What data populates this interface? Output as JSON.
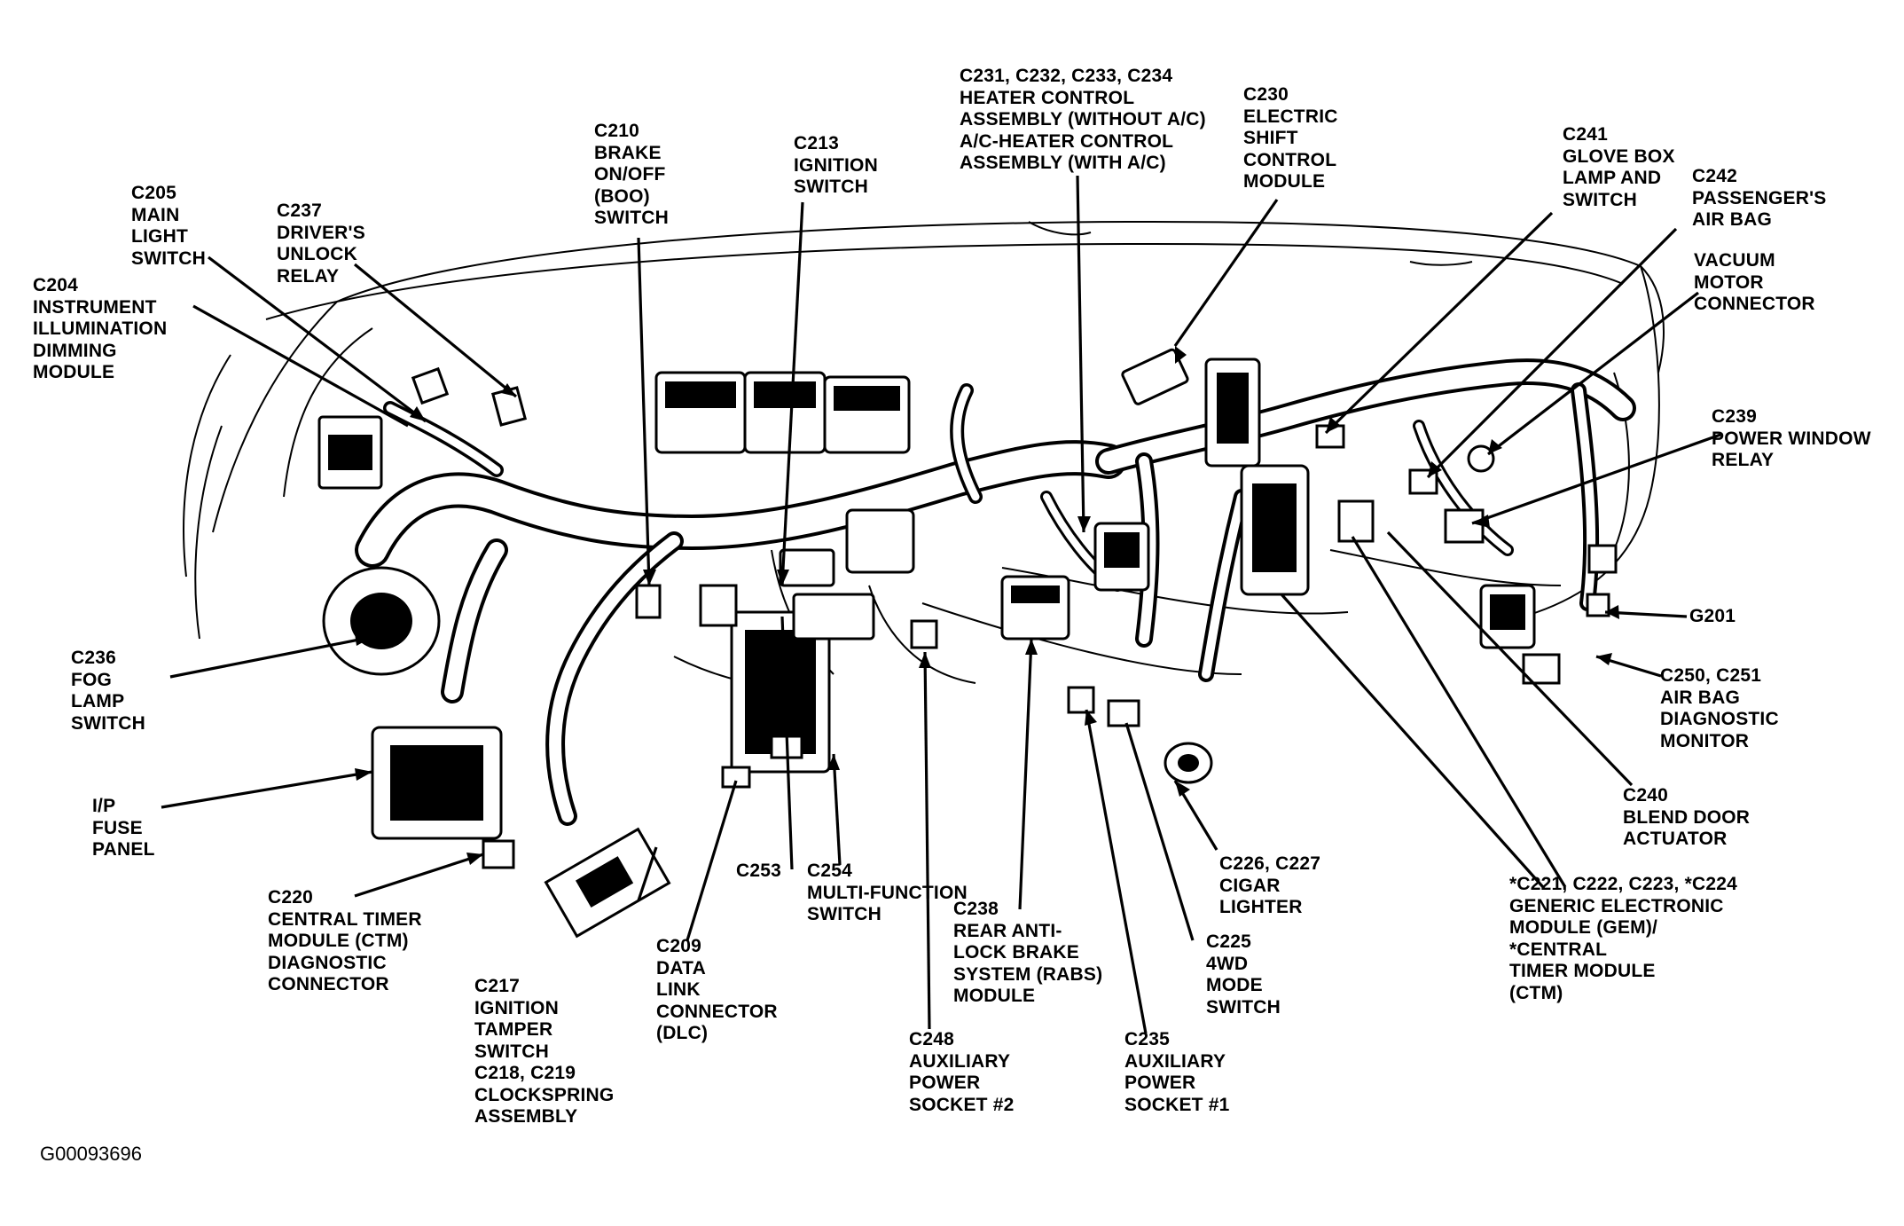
{
  "figure_id": "G00093696",
  "labels": {
    "c205": "C205\nMAIN\nLIGHT\nSWITCH",
    "c237": "C237\nDRIVER'S\nUNLOCK\nRELAY",
    "c210": "C210\nBRAKE\nON/OFF\n(BOO)\nSWITCH",
    "c213": "C213\nIGNITION\nSWITCH",
    "c231": "C231, C232, C233, C234\nHEATER CONTROL\nASSEMBLY (WITHOUT A/C)\nA/C-HEATER CONTROL\nASSEMBLY (WITH A/C)",
    "c230": "C230\nELECTRIC\nSHIFT\nCONTROL\nMODULE",
    "c241": "C241\nGLOVE BOX\nLAMP AND\nSWITCH",
    "c242": "C242\nPASSENGER'S\nAIR BAG",
    "vacuum": "VACUUM\nMOTOR\nCONNECTOR",
    "c204": "C204\nINSTRUMENT\nILLUMINATION\nDIMMING\nMODULE",
    "c239": "C239\nPOWER WINDOW\nRELAY",
    "g201": "G201",
    "c250": "C250, C251\nAIR BAG\nDIAGNOSTIC\nMONITOR",
    "c236": "C236\nFOG\nLAMP\nSWITCH",
    "ip_fuse": "I/P\nFUSE\nPANEL",
    "c240": "C240\nBLEND DOOR\nACTUATOR",
    "c220": "C220\nCENTRAL TIMER\nMODULE (CTM)\nDIAGNOSTIC\nCONNECTOR",
    "c253": "C253",
    "c254": "C254\nMULTI-FUNCTION\nSWITCH",
    "c238": "C238\nREAR ANTI-\nLOCK BRAKE\nSYSTEM (RABS)\nMODULE",
    "c226": "C226, C227\nCIGAR\nLIGHTER",
    "c221": "*C221, C222, C223, *C224\nGENERIC ELECTRONIC\nMODULE (GEM)/\n*CENTRAL\nTIMER MODULE\n(CTM)",
    "c209": "C209\nDATA\nLINK\nCONNECTOR\n(DLC)",
    "c225": "C225\n4WD\nMODE\nSWITCH",
    "c217": "C217\nIGNITION\nTAMPER\nSWITCH\nC218, C219\nCLOCKSPRING\nASSEMBLY",
    "c248": "C248\nAUXILIARY\nPOWER\nSOCKET #2",
    "c235": "C235\nAUXILIARY\nPOWER\nSOCKET #1"
  },
  "colors": {
    "ink": "#000000",
    "paper": "#ffffff"
  }
}
